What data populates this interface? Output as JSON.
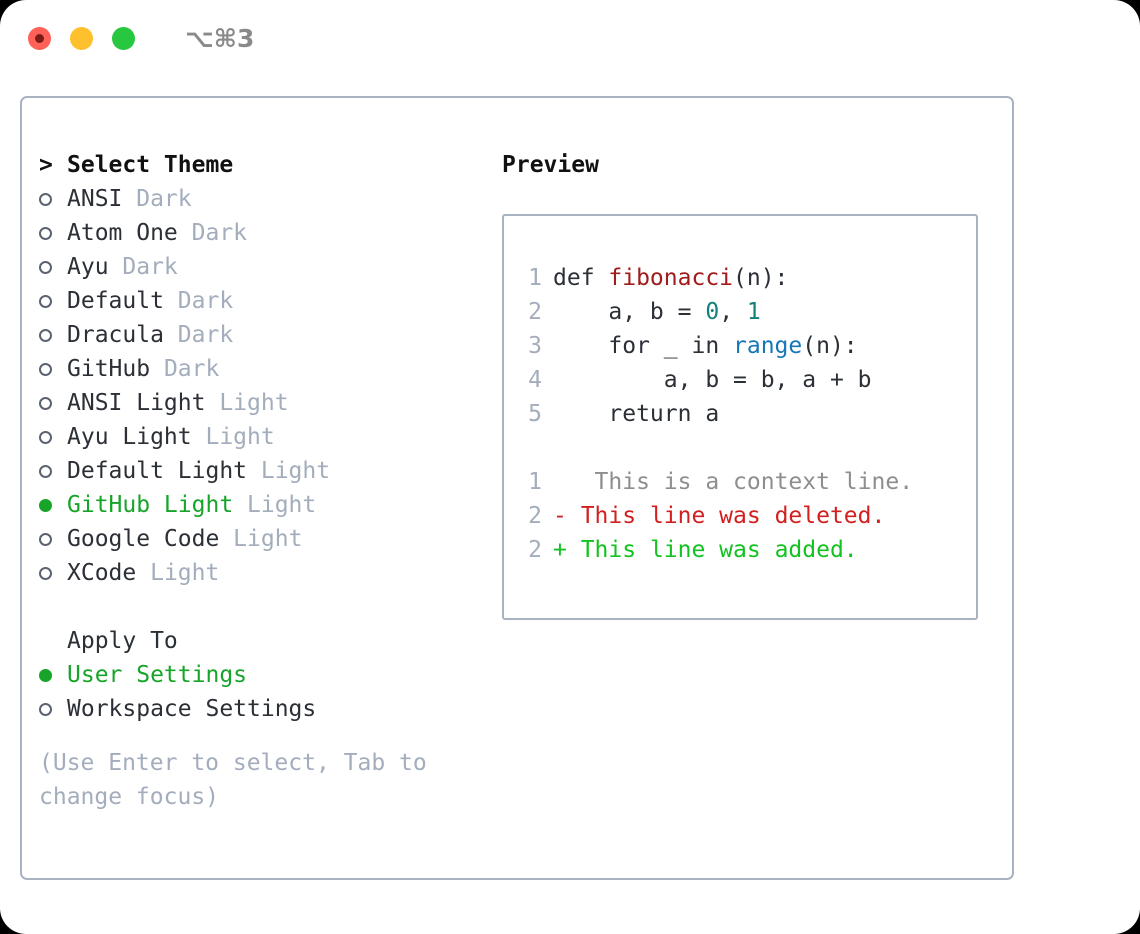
{
  "window": {
    "traffic_lights": [
      "close",
      "minimize",
      "maximize"
    ],
    "shortcut_label": "⌥⌘3",
    "colors": {
      "red": "#ff6058",
      "amber": "#ffc02e",
      "green": "#27c840",
      "border": "#a8b2c1",
      "accent_green": "#16a529",
      "muted": "#a3adbc"
    }
  },
  "theme_selector": {
    "caret": ">",
    "header": "Select Theme",
    "items": [
      {
        "name": "ANSI",
        "tag": "Dark",
        "selected": false
      },
      {
        "name": "Atom One",
        "tag": "Dark",
        "selected": false
      },
      {
        "name": "Ayu",
        "tag": "Dark",
        "selected": false
      },
      {
        "name": "Default",
        "tag": "Dark",
        "selected": false
      },
      {
        "name": "Dracula",
        "tag": "Dark",
        "selected": false
      },
      {
        "name": "GitHub",
        "tag": "Dark",
        "selected": false
      },
      {
        "name": "ANSI Light",
        "tag": "Light",
        "selected": false
      },
      {
        "name": "Ayu Light",
        "tag": "Light",
        "selected": false
      },
      {
        "name": "Default Light",
        "tag": "Light",
        "selected": false
      },
      {
        "name": "GitHub Light",
        "tag": "Light",
        "selected": true
      },
      {
        "name": "Google Code",
        "tag": "Light",
        "selected": false
      },
      {
        "name": "XCode",
        "tag": "Light",
        "selected": false
      }
    ]
  },
  "apply_to": {
    "header": "Apply To",
    "options": [
      {
        "label": "User Settings",
        "selected": true
      },
      {
        "label": "Workspace Settings",
        "selected": false
      }
    ]
  },
  "hint": "(Use Enter to select, Tab to change focus)",
  "preview": {
    "title": "Preview",
    "code_lines": [
      {
        "no": "1",
        "tokens": [
          {
            "t": "def ",
            "c": "plain"
          },
          {
            "t": "fibonacci",
            "c": "func"
          },
          {
            "t": "(n):",
            "c": "plain"
          }
        ]
      },
      {
        "no": "2",
        "tokens": [
          {
            "t": "    a, b = ",
            "c": "plain"
          },
          {
            "t": "0",
            "c": "num"
          },
          {
            "t": ", ",
            "c": "plain"
          },
          {
            "t": "1",
            "c": "num"
          }
        ]
      },
      {
        "no": "3",
        "tokens": [
          {
            "t": "    for _ in ",
            "c": "plain"
          },
          {
            "t": "range",
            "c": "call"
          },
          {
            "t": "(n):",
            "c": "plain"
          }
        ]
      },
      {
        "no": "4",
        "tokens": [
          {
            "t": "        a, b = b, a + b",
            "c": "plain"
          }
        ]
      },
      {
        "no": "5",
        "tokens": [
          {
            "t": "    return a",
            "c": "plain"
          }
        ]
      }
    ],
    "diff_lines": [
      {
        "no": "1",
        "marker": " ",
        "text": "  This is a context line.",
        "kind": "ctx"
      },
      {
        "no": "2",
        "marker": "-",
        "text": " This line was deleted.",
        "kind": "del"
      },
      {
        "no": "2",
        "marker": "+",
        "text": " This line was added.",
        "kind": "add"
      }
    ]
  }
}
